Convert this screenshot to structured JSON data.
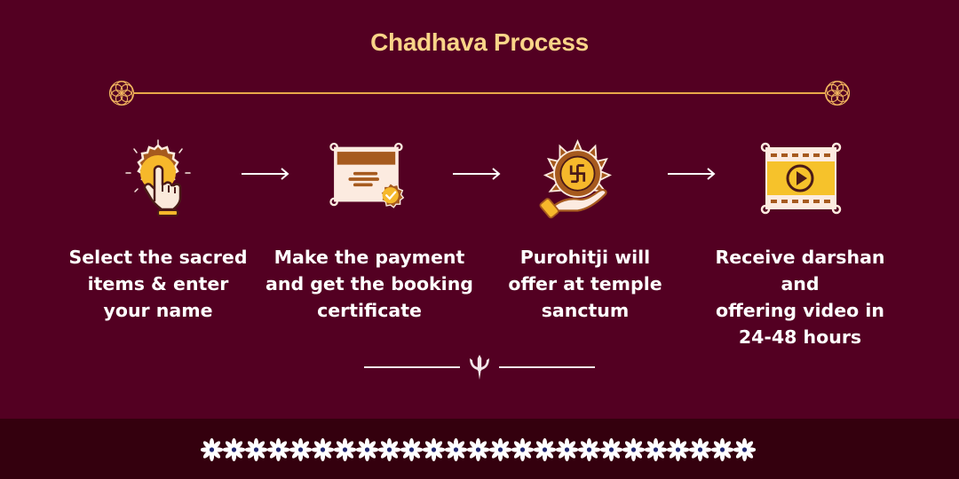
{
  "page": {
    "title": "Chadhava Process",
    "background_color": "#530022",
    "footer_color": "#34000E",
    "accent_color": "#F9D488"
  },
  "steps": [
    {
      "icon": "tap-hand-icon",
      "text": "Select the sacred items & enter your name",
      "lines": [
        "Select the sacred",
        "items & enter",
        "your name"
      ]
    },
    {
      "icon": "certificate-icon",
      "text": "Make the payment and get the booking certificate",
      "lines": [
        "Make the payment",
        "and get the booking",
        "certificate"
      ]
    },
    {
      "icon": "swastik-offering-icon",
      "text": "Purohitji will offer at temple sanctum",
      "lines": [
        "Purohitji will",
        "offer at temple",
        "sanctum"
      ]
    },
    {
      "icon": "video-film-icon",
      "text": "Receive darshan and offering video in 24-48 hours",
      "lines": [
        "Receive darshan and",
        "offering video in",
        "24-48 hours"
      ]
    }
  ],
  "decorations": {
    "top_divider": "rosette-line",
    "bottom_ornament": "trishul-icon",
    "footer_pattern": "white-flower-row",
    "flower_count": 25
  }
}
